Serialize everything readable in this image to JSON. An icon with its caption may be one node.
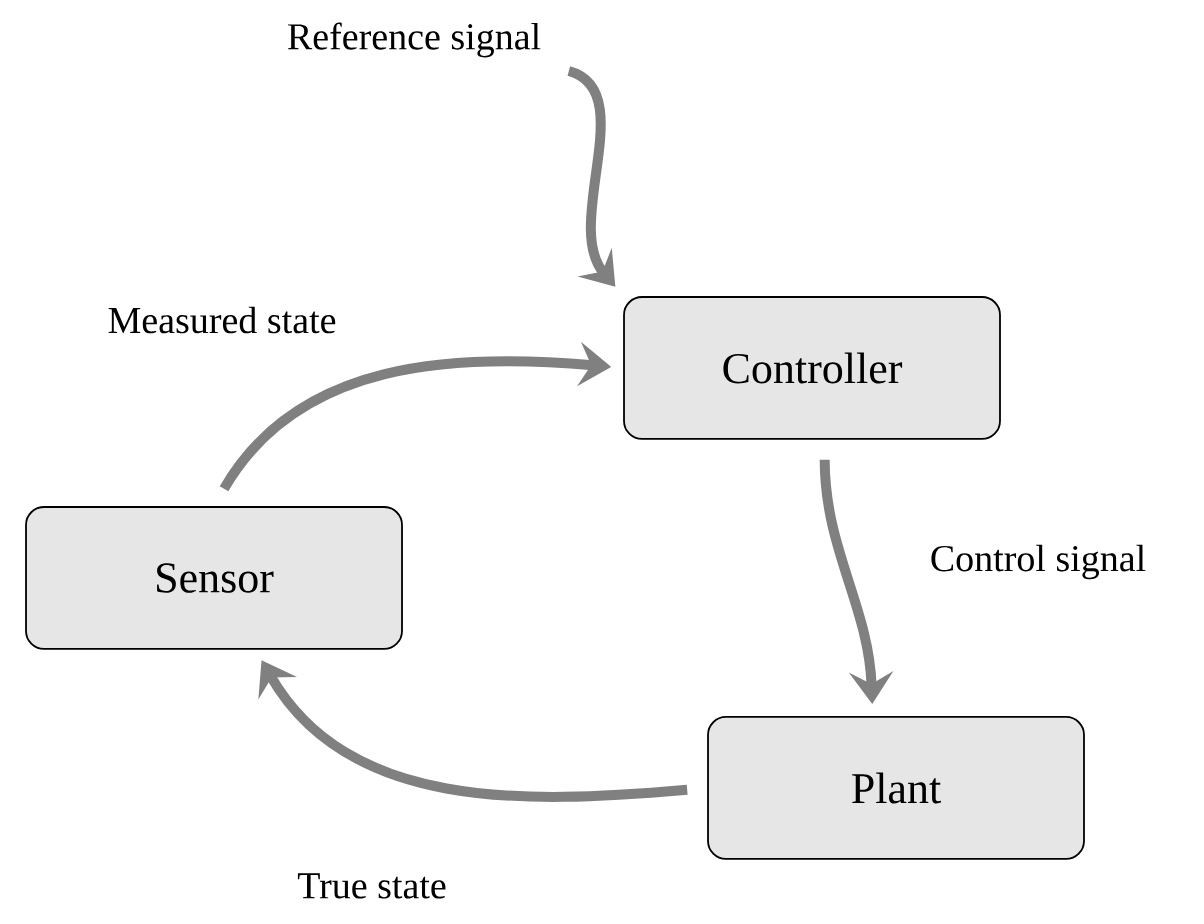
{
  "diagram": {
    "nodes": [
      {
        "text": [
          "Reference signal"
        ]
      },
      {
        "text": [
          "Controller"
        ]
      },
      {
        "text": [
          "Sensor"
        ]
      },
      {
        "text": [
          "Plant"
        ]
      }
    ],
    "edges": [
      {
        "from": 0,
        "to": 1,
        "arrow": "to"
      },
      {
        "from": 1,
        "to": 3,
        "arrow": "to",
        "label": "Control signal"
      },
      {
        "from": 3,
        "to": 2,
        "arrow": "to",
        "label": "True state"
      },
      {
        "from": 2,
        "to": 1,
        "arrow": "to",
        "label": "Measured state"
      }
    ]
  }
}
